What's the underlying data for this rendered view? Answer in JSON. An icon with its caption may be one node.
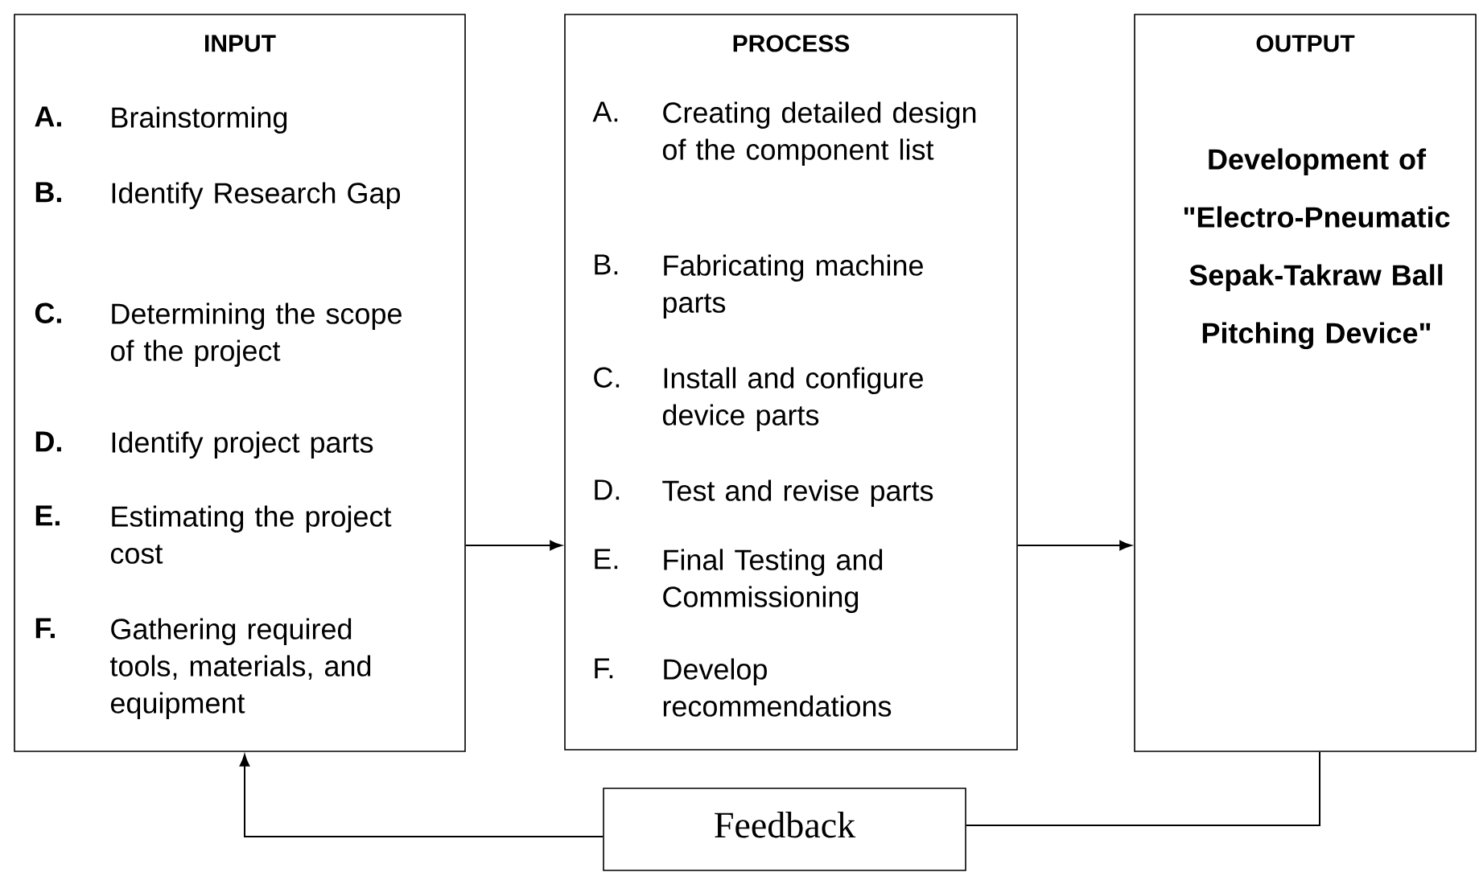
{
  "diagram": {
    "nodes": [
      {
        "text": [
          "INPUT",
          "A.",
          "Brainstorming",
          "B.",
          "Identify Research Gap",
          "C.",
          "Determining the scope of the project",
          "D.",
          "Identify project parts",
          "E.",
          "Estimating the project cost",
          "F.",
          "Gathering required tools, materials, and equipment"
        ]
      },
      {
        "text": [
          "PROCESS",
          "A.",
          "Creating detailed design of the component list",
          "B.",
          "Fabricating machine parts",
          "C.",
          "Install and configure device parts",
          "D.",
          "Test and revise parts",
          "E.",
          "Final Testing and Commissioning",
          "F.",
          "Develop recommendations"
        ]
      },
      {
        "text": [
          "OUTPUT",
          "Development of \"Electro-Pneumatic Sepak-Takraw Ball Pitching Device\""
        ]
      },
      {
        "text": [
          "Feedback"
        ]
      }
    ],
    "edges": [
      {
        "from": 0,
        "to": 1,
        "arrow": "to"
      },
      {
        "from": 1,
        "to": 2,
        "arrow": "to"
      },
      {
        "from": 2,
        "to": 3,
        "arrow": "none"
      },
      {
        "from": 3,
        "to": 0,
        "arrow": "to"
      }
    ]
  }
}
